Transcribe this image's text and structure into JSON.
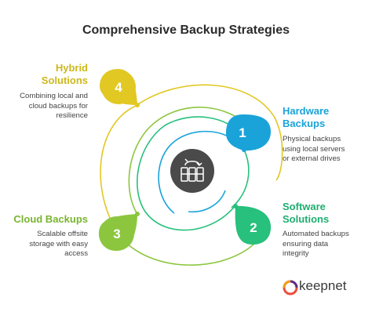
{
  "title": "Comprehensive Backup Strategies",
  "colors": {
    "teal": "#1aa3d9",
    "green": "#27c07c",
    "lime": "#8cc63f",
    "yellow": "#e1c823",
    "center": "#4a4a4a",
    "hardware_text": "#1aa3d9",
    "software_text": "#1fae6f",
    "cloud_text": "#79b52f",
    "hybrid_text": "#cdb81c"
  },
  "center_icon": "server-sync-icon",
  "items": [
    {
      "number": "1",
      "title_l1": "Hardware",
      "title_l2": "Backups",
      "desc_l1": "Physical backups",
      "desc_l2": "using local servers",
      "desc_l3": "or external drives"
    },
    {
      "number": "2",
      "title_l1": "Software",
      "title_l2": "Solutions",
      "desc_l1": "Automated backups",
      "desc_l2": "ensuring data",
      "desc_l3": "integrity"
    },
    {
      "number": "3",
      "title_l1": "Cloud Backups",
      "desc_l1": "Scalable offsite",
      "desc_l2": "storage with easy",
      "desc_l3": "access"
    },
    {
      "number": "4",
      "title_l1": "Hybrid",
      "title_l2": "Solutions",
      "desc_l1": "Combining local and",
      "desc_l2": "cloud backups for",
      "desc_l3": "resilience"
    }
  ],
  "logo": {
    "text": "keepnet",
    "icon": "keepnet-logo-icon"
  }
}
